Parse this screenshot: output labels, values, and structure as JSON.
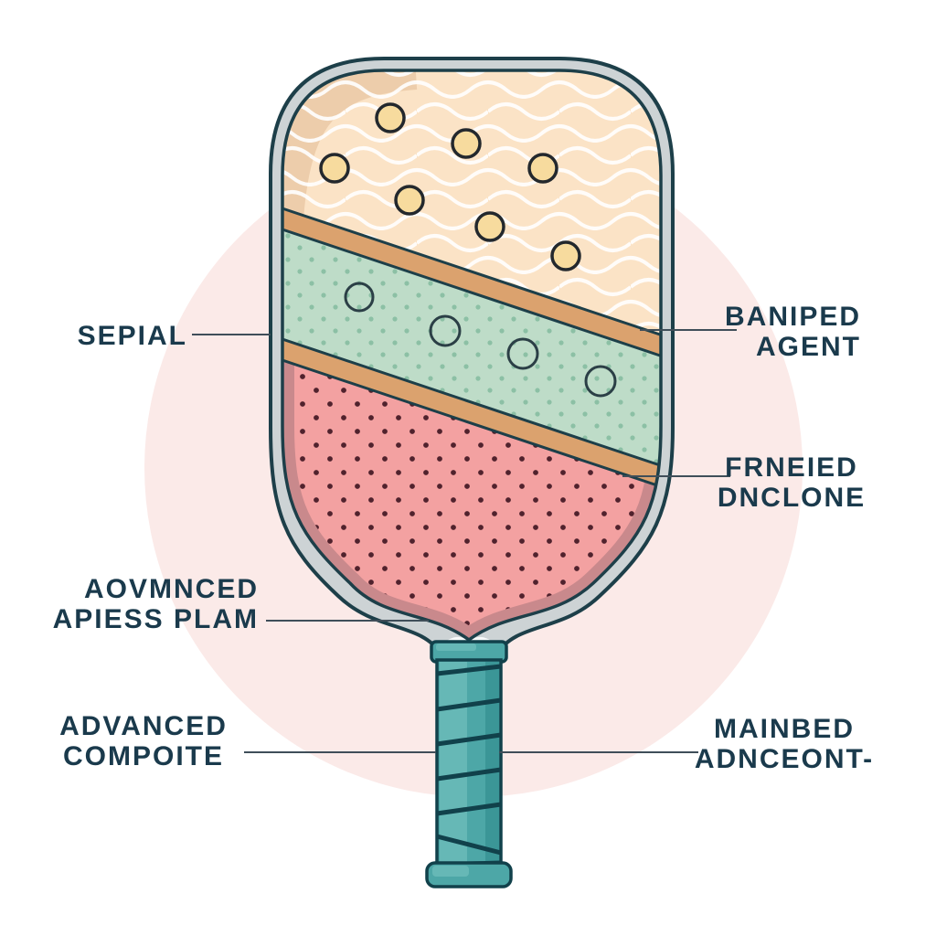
{
  "labels": {
    "sepial": {
      "line1": "SEPIAL"
    },
    "baniped": {
      "line1": "BANIPED",
      "line2": "AGENT"
    },
    "frneied": {
      "line1": "FRNEIED",
      "line2": "DNCLONE"
    },
    "aovmnced": {
      "line1": "AOVMNCED",
      "line2": "APIESS PLAM"
    },
    "advanced": {
      "line1": "ADVANCED",
      "line2": "COMPOITE"
    },
    "mainbed": {
      "line1": "MAINBED",
      "line2": "ADNCEONT-"
    }
  },
  "colors": {
    "background": "#ffffff",
    "backdrop_circle": "#fbeae8",
    "label_text": "#1a3a4c",
    "leader_line": "#3f4e59",
    "paddle_rim_gray": "#cdd3d5",
    "paddle_outline": "#1d3f49",
    "face_top_peach": "#fbe3c6",
    "face_top_shading": "#eac7a4",
    "wave_lines": "#ffffff",
    "dot_circle_yellow": "#f7db9e",
    "divider_tan": "#dba26e",
    "face_middle_green": "#bedcc8",
    "green_dots": "#8cc0a5",
    "face_bottom_pink": "#f3a1a1",
    "pink_dots": "#50222d",
    "pink_edge_band": "#c9898c",
    "handle_teal": "#4da7a7",
    "handle_highlight": "#66b8b6",
    "handle_shade": "#3b9697",
    "handle_wrap_dark": "#11414b"
  }
}
